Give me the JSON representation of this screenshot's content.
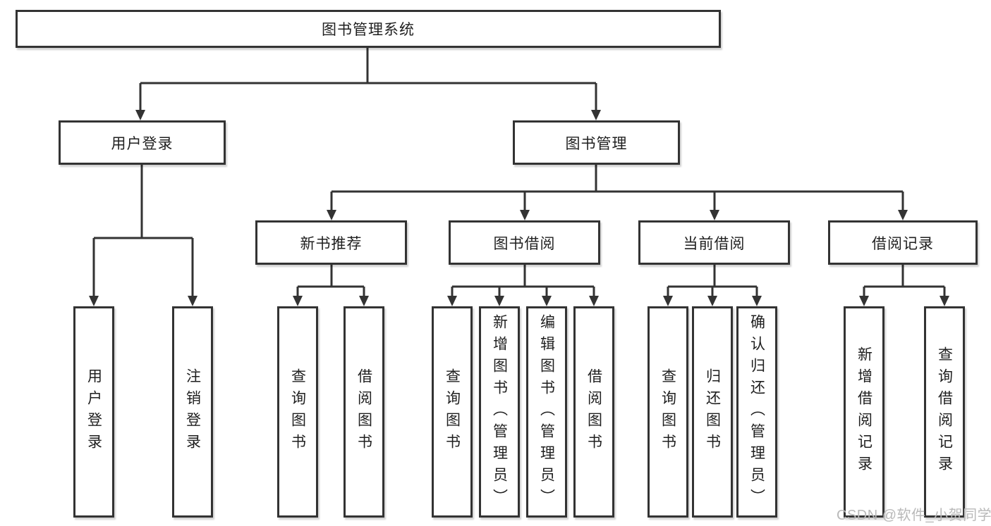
{
  "diagram_title": "图书管理系统",
  "colors": {
    "line": "#333333",
    "box_border": "#333333",
    "text": "#1f1f1f",
    "background": "#ffffff",
    "watermark": "#b9b9b9"
  },
  "tree": {
    "label": "图书管理系统",
    "children": [
      {
        "label": "用户登录",
        "children": [
          {
            "label": "用户登录"
          },
          {
            "label": "注销登录"
          }
        ]
      },
      {
        "label": "图书管理",
        "children": [
          {
            "label": "新书推荐",
            "children": [
              {
                "label": "查询图书"
              },
              {
                "label": "借阅图书"
              }
            ]
          },
          {
            "label": "图书借阅",
            "children": [
              {
                "label": "查询图书"
              },
              {
                "label": "新增图书（管理员）"
              },
              {
                "label": "编辑图书（管理员）"
              },
              {
                "label": "借阅图书"
              }
            ]
          },
          {
            "label": "当前借阅",
            "children": [
              {
                "label": "查询图书"
              },
              {
                "label": "归还图书"
              },
              {
                "label": "确认归还（管理员）"
              }
            ]
          },
          {
            "label": "借阅记录",
            "children": [
              {
                "label": "新增借阅记录"
              },
              {
                "label": "查询借阅记录"
              }
            ]
          }
        ]
      }
    ]
  },
  "watermark": {
    "text": "CSDN @软件_小贺同学"
  }
}
